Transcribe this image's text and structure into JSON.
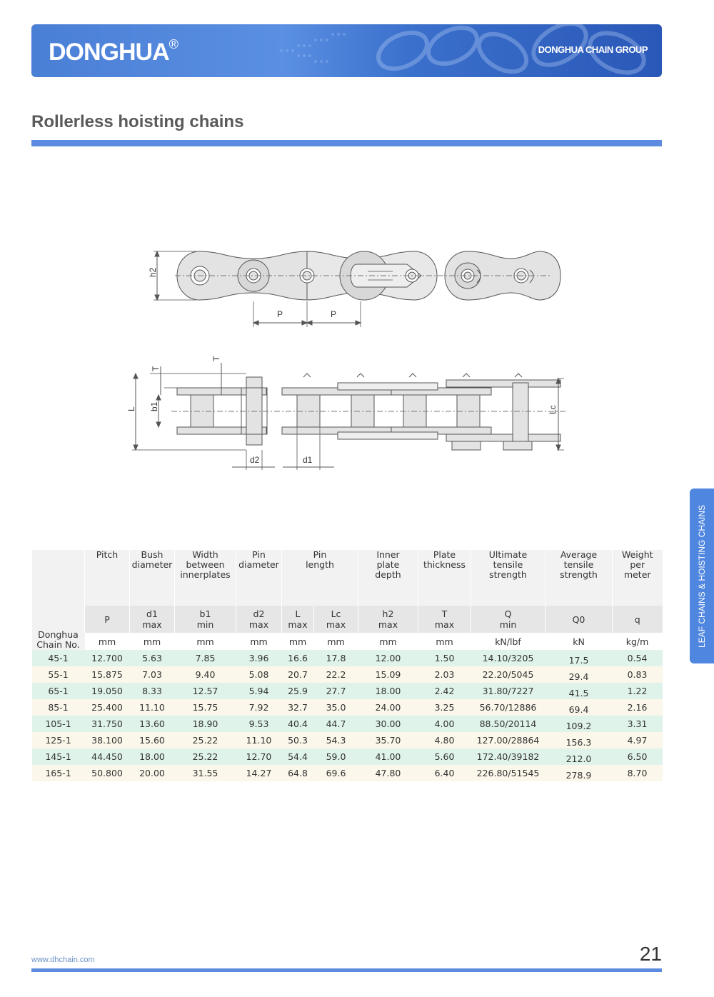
{
  "header": {
    "logo": "DONGHUA",
    "logo_mark": "®",
    "group": "DONGHUA CHAIN GROUP"
  },
  "title": "Rollerless hoisting chains",
  "side_tab": "LEAF CHAINS & HOISTING CHAINS",
  "diagram": {
    "labels": {
      "h2": "h2",
      "P1": "P",
      "P2": "P",
      "T1": "T",
      "T2": "T",
      "L": "L",
      "b1": "b1",
      "Lc": "Lc",
      "d2": "d2",
      "d1": "d1"
    }
  },
  "table": {
    "chain_head": [
      "Donghua",
      "Chain No."
    ],
    "headers": [
      [
        "Pitch"
      ],
      [
        "Bush",
        "diameter"
      ],
      [
        "Width",
        "between",
        "innerplates"
      ],
      [
        "Pin",
        "diameter"
      ],
      [
        "Pin",
        "length"
      ],
      [
        "Inner",
        "plate",
        "depth"
      ],
      [
        "Plate",
        "thickness"
      ],
      [
        "Ultimate",
        "tensile",
        "strength"
      ],
      [
        "Average",
        "tensile",
        "strength"
      ],
      [
        "Weight",
        "per",
        "meter"
      ]
    ],
    "symbols": [
      [
        "P",
        ""
      ],
      [
        "d1",
        "max"
      ],
      [
        "b1",
        "min"
      ],
      [
        "d2",
        "max"
      ],
      [
        "L",
        "max"
      ],
      [
        "Lc",
        "max"
      ],
      [
        "h2",
        "max"
      ],
      [
        "T",
        "max"
      ],
      [
        "Q",
        "min"
      ],
      [
        "Q0",
        ""
      ],
      [
        "q",
        ""
      ]
    ],
    "units": [
      "mm",
      "mm",
      "mm",
      "mm",
      "mm",
      "mm",
      "mm",
      "mm",
      "kN/lbf",
      "kN",
      "kg/m"
    ],
    "rows": [
      [
        "45-1",
        "12.700",
        "5.63",
        "7.85",
        "3.96",
        "16.6",
        "17.8",
        "12.00",
        "1.50",
        "14.10/3205",
        "17.5",
        "0.54"
      ],
      [
        "55-1",
        "15.875",
        "7.03",
        "9.40",
        "5.08",
        "20.7",
        "22.2",
        "15.09",
        "2.03",
        "22.20/5045",
        "29.4",
        "0.83"
      ],
      [
        "65-1",
        "19.050",
        "8.33",
        "12.57",
        "5.94",
        "25.9",
        "27.7",
        "18.00",
        "2.42",
        "31.80/7227",
        "41.5",
        "1.22"
      ],
      [
        "85-1",
        "25.400",
        "11.10",
        "15.75",
        "7.92",
        "32.7",
        "35.0",
        "24.00",
        "3.25",
        "56.70/12886",
        "69.4",
        "2.16"
      ],
      [
        "105-1",
        "31.750",
        "13.60",
        "18.90",
        "9.53",
        "40.4",
        "44.7",
        "30.00",
        "4.00",
        "88.50/20114",
        "109.2",
        "3.31"
      ],
      [
        "125-1",
        "38.100",
        "15.60",
        "25.22",
        "11.10",
        "50.3",
        "54.3",
        "35.70",
        "4.80",
        "127.00/28864",
        "156.3",
        "4.97"
      ],
      [
        "145-1",
        "44.450",
        "18.00",
        "25.22",
        "12.70",
        "54.4",
        "59.0",
        "41.00",
        "5.60",
        "172.40/39182",
        "212.0",
        "6.50"
      ],
      [
        "165-1",
        "50.800",
        "20.00",
        "31.55",
        "14.27",
        "64.8",
        "69.6",
        "47.80",
        "6.40",
        "226.80/51545",
        "278.9",
        "8.70"
      ]
    ]
  },
  "footer": {
    "url": "www.dhchain.com",
    "page": "21"
  }
}
